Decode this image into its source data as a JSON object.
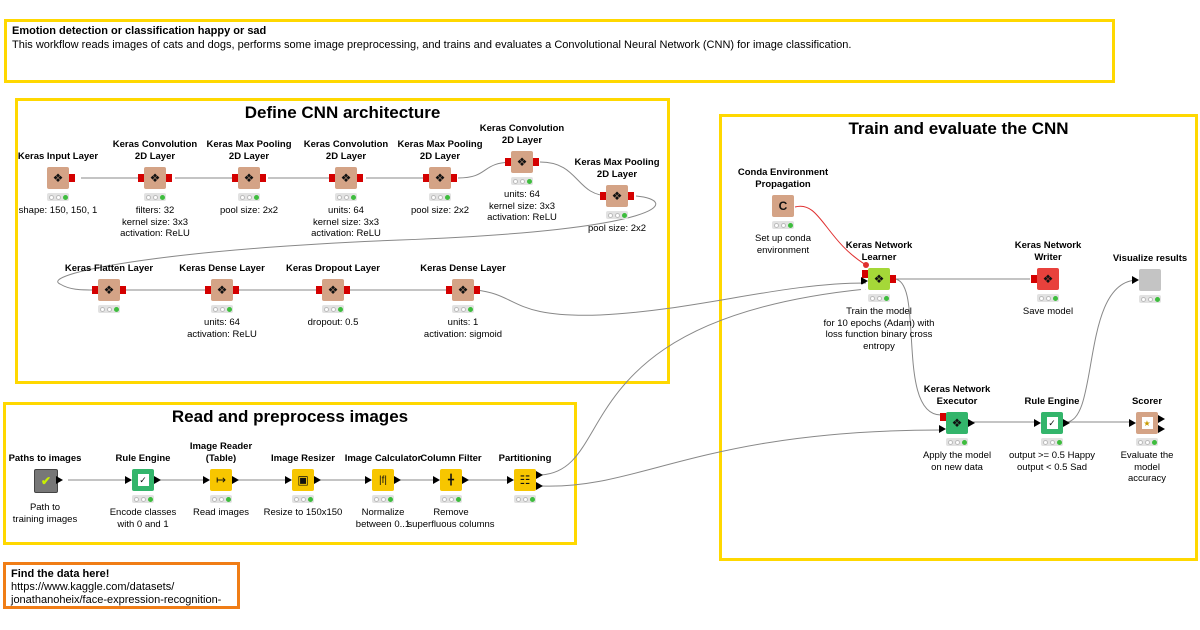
{
  "description": {
    "title": "Emotion detection or classification happy or sad",
    "text": "This workflow reads images of cats and dogs, performs some image preprocessing, and trains and evaluates a Convolutional Neural Network (CNN) for image classification."
  },
  "annotations": {
    "define_cnn": "Define CNN architecture",
    "train_eval": "Train and evaluate the CNN",
    "read_preprocess": "Read and preprocess images"
  },
  "find_data": {
    "title": "Find the data here!",
    "line1": "https://www.kaggle.com/datasets/",
    "line2": "jonathanoheix/face-expression-recognition-"
  },
  "colors": {
    "annotation_yellow": "#ffd800",
    "annotation_orange": "#f07d16",
    "keras_node": "#d4a386",
    "manipulator_node": "#f7c600",
    "learner_node": "#a5d838",
    "writer_node": "#e8413c",
    "rule_engine_node": "#33b56b",
    "visualize_node": "#c4c4c4",
    "status_green": "#3ebd3e"
  },
  "nodes": {
    "keras_input": {
      "name": "Keras Input Layer",
      "label": "shape: 150, 150, 1",
      "icon": "keras-network-icon"
    },
    "conv1": {
      "name": "Keras Convolution\n2D Layer",
      "label": "filters: 32\nkernel size: 3x3\nactivation: ReLU",
      "icon": "keras-network-icon"
    },
    "pool1": {
      "name": "Keras Max Pooling\n2D Layer",
      "label": "pool size: 2x2",
      "icon": "keras-network-icon"
    },
    "conv2": {
      "name": "Keras Convolution\n2D Layer",
      "label": "units: 64\nkernel size: 3x3\nactivation: ReLU",
      "icon": "keras-network-icon"
    },
    "pool2": {
      "name": "Keras Max Pooling\n2D Layer",
      "label": "pool size: 2x2",
      "icon": "keras-network-icon"
    },
    "conv3": {
      "name": "Keras Convolution\n2D Layer",
      "label": "units: 64\nkernel size: 3x3\nactivation: ReLU",
      "icon": "keras-network-icon"
    },
    "pool3": {
      "name": "Keras Max Pooling\n2D Layer",
      "label": "pool size: 2x2",
      "icon": "keras-network-icon"
    },
    "flatten": {
      "name": "Keras Flatten Layer",
      "label": "",
      "icon": "keras-network-icon"
    },
    "dense1": {
      "name": "Keras Dense Layer",
      "label": "units: 64\nactivation: ReLU",
      "icon": "keras-network-icon"
    },
    "dropout": {
      "name": "Keras Dropout Layer",
      "label": "dropout: 0.5",
      "icon": "keras-network-icon"
    },
    "dense2": {
      "name": "Keras Dense Layer",
      "label": "units: 1\nactivation: sigmoid",
      "icon": "keras-network-icon"
    },
    "paths": {
      "name": "Paths to images",
      "label": "Path to\ntraining images",
      "icon": "checkmark-icon"
    },
    "rule_engine1": {
      "name": "Rule Engine",
      "label": "Encode classes\nwith 0 and 1",
      "icon": "rule-icon"
    },
    "image_reader": {
      "name": "Image Reader\n(Table)",
      "label": "Read images",
      "icon": "image-reader-icon"
    },
    "image_resizer": {
      "name": "Image Resizer",
      "label": "Resize to 150x150",
      "icon": "image-resizer-icon"
    },
    "image_calc": {
      "name": "Image Calculator",
      "label": "Normalize\nbetween 0..1",
      "icon": "calculator-icon"
    },
    "column_filter": {
      "name": "Column Filter",
      "label": "Remove\nsuperfluous  columns",
      "icon": "column-filter-icon"
    },
    "partitioning": {
      "name": "Partitioning",
      "label": "",
      "icon": "partitioning-icon"
    },
    "conda": {
      "name": "Conda Environment\nPropagation",
      "label": "Set up conda\nenvironment",
      "icon": "conda-icon"
    },
    "learner": {
      "name": "Keras Network\nLearner",
      "label": "Train the model\nfor 10 epochs (Adam) with\nloss function binary cross\nentropy",
      "icon": "keras-network-icon"
    },
    "writer": {
      "name": "Keras Network\nWriter",
      "label": "Save model",
      "icon": "keras-network-icon"
    },
    "visualize": {
      "name": "Visualize results",
      "label": "",
      "icon": "component-icon"
    },
    "executor": {
      "name": "Keras Network\nExecutor",
      "label": "Apply the model\non new data",
      "icon": "keras-network-icon"
    },
    "rule_engine2": {
      "name": "Rule Engine",
      "label": "output >= 0.5 Happy\noutput < 0.5 Sad",
      "icon": "rule-icon"
    },
    "scorer": {
      "name": "Scorer",
      "label": "Evaluate the\nmodel\naccuracy",
      "icon": "scorer-icon"
    }
  }
}
